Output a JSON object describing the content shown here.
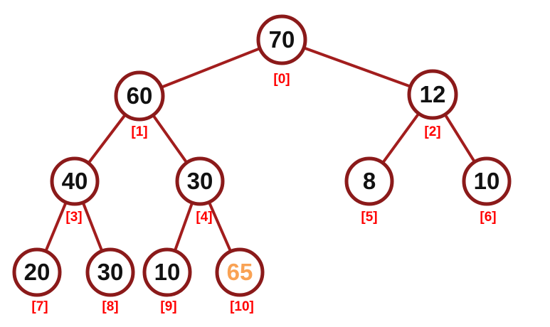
{
  "diagram": {
    "type": "binary-tree",
    "nodes": [
      {
        "value": "70",
        "index_label": "[0]",
        "highlighted": false
      },
      {
        "value": "60",
        "index_label": "[1]",
        "highlighted": false
      },
      {
        "value": "12",
        "index_label": "[2]",
        "highlighted": false
      },
      {
        "value": "40",
        "index_label": "[3]",
        "highlighted": false
      },
      {
        "value": "30",
        "index_label": "[4]",
        "highlighted": false
      },
      {
        "value": "8",
        "index_label": "[5]",
        "highlighted": false
      },
      {
        "value": "10",
        "index_label": "[6]",
        "highlighted": false
      },
      {
        "value": "20",
        "index_label": "[7]",
        "highlighted": false
      },
      {
        "value": "30",
        "index_label": "[8]",
        "highlighted": false
      },
      {
        "value": "10",
        "index_label": "[9]",
        "highlighted": false
      },
      {
        "value": "65",
        "index_label": "[10]",
        "highlighted": true
      }
    ],
    "edges": [
      [
        0,
        1
      ],
      [
        0,
        2
      ],
      [
        1,
        3
      ],
      [
        1,
        4
      ],
      [
        2,
        5
      ],
      [
        2,
        6
      ],
      [
        3,
        7
      ],
      [
        3,
        8
      ],
      [
        4,
        9
      ],
      [
        4,
        10
      ]
    ],
    "colors": {
      "node_stroke": "#8B1A1A",
      "edge_stroke": "#A21D1D",
      "node_fill": "#FFFFFF",
      "value_text": "#111111",
      "highlighted_value_text": "#F9A254",
      "index_label_text": "#FF0000",
      "background": "#FFFFFF"
    }
  }
}
